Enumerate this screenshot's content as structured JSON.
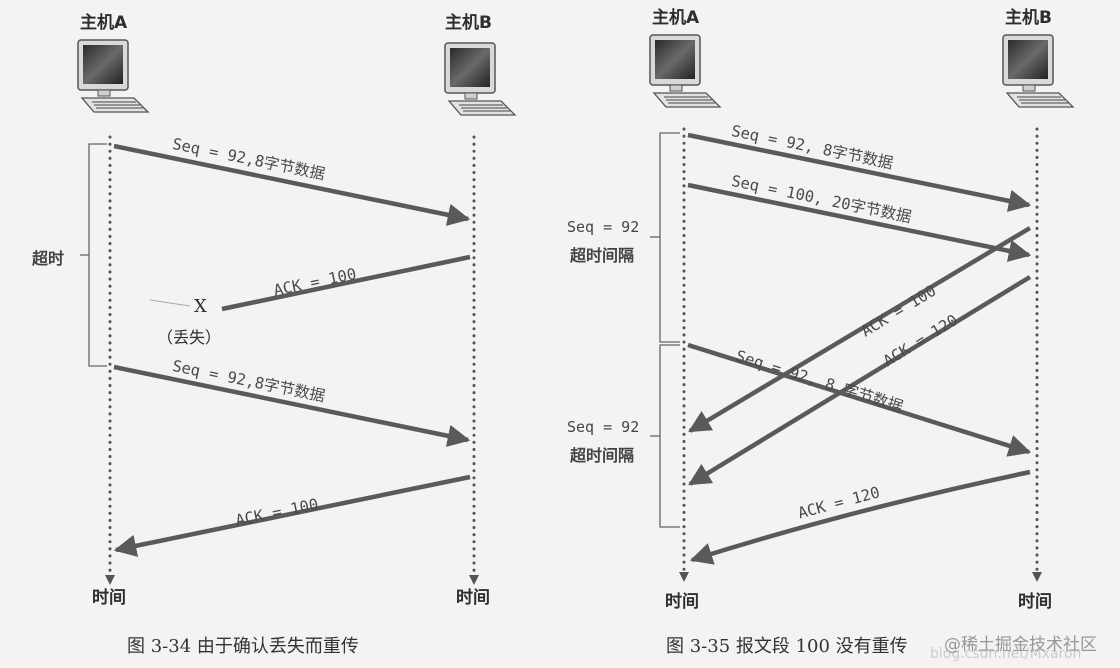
{
  "figures": [
    {
      "id": "fig-3-34",
      "caption": "图 3-34   由于确认丢失而重传",
      "host_a": "主机A",
      "host_b": "主机B",
      "time_label_a": "时间",
      "time_label_b": "时间",
      "timeout_label": "超时",
      "lost_marker": "X",
      "lost_label": "（丢失）",
      "messages": [
        {
          "label": "Seq = 92,8字节数据",
          "direction": "A->B",
          "lost": false
        },
        {
          "label": "ACK = 100",
          "direction": "B->A",
          "lost": true
        },
        {
          "label": "Seq = 92,8字节数据",
          "direction": "A->B",
          "lost": false
        },
        {
          "label": "ACK = 100",
          "direction": "B->A",
          "lost": false
        }
      ]
    },
    {
      "id": "fig-3-35",
      "caption": "图 3-35   报文段 100 没有重传",
      "host_a": "主机A",
      "host_b": "主机B",
      "time_label_a": "时间",
      "time_label_b": "时间",
      "timeout_intervals": [
        {
          "line1": "Seq = 92",
          "line2": "超时间隔"
        },
        {
          "line1": "Seq = 92",
          "line2": "超时间隔"
        }
      ],
      "messages": [
        {
          "label": "Seq = 92, 8字节数据",
          "direction": "A->B"
        },
        {
          "label": "Seq = 100, 20字节数据",
          "direction": "A->B"
        },
        {
          "label": "ACK = 100",
          "direction": "B->A"
        },
        {
          "label": "ACK = 120",
          "direction": "B->A"
        },
        {
          "label": "Seq = 92, 8 字节数据",
          "direction": "A->B"
        },
        {
          "label": "ACK = 120",
          "direction": "B->A"
        }
      ]
    }
  ],
  "watermark": "@稀土掘金技术社区",
  "watermark_sub": "blog.csdn.net/Mxaron",
  "colors": {
    "arrow": "#5a5a5a",
    "timeline": "#555555",
    "background": "#f4f3f1"
  }
}
